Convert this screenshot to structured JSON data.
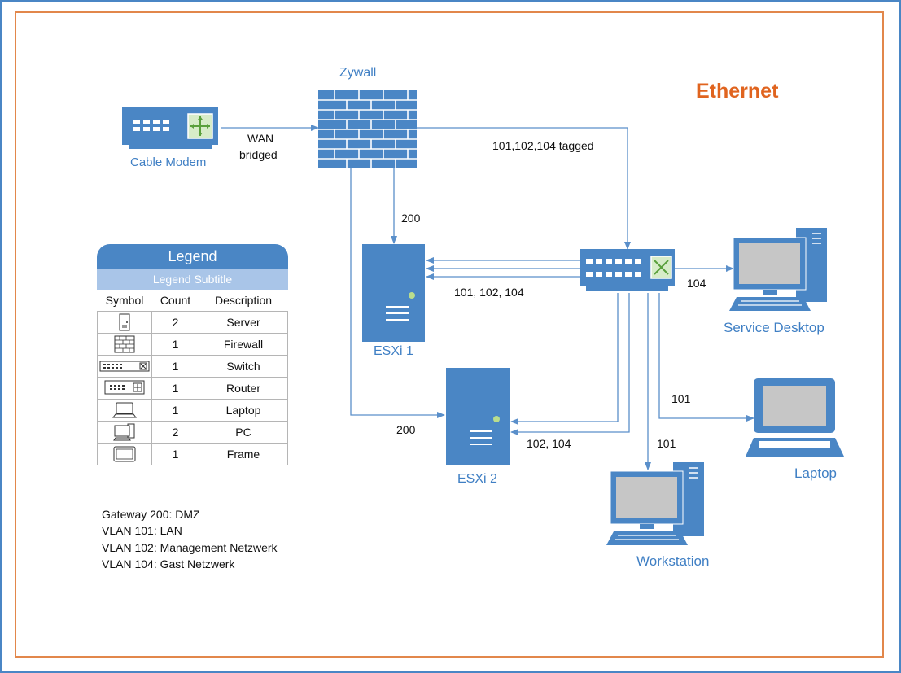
{
  "title": "Ethernet",
  "colors": {
    "device_blue": "#4a86c5",
    "label_blue": "#3f7fc4",
    "title_orange": "#e0641f",
    "frame_orange": "#e2874b"
  },
  "devices": {
    "zywall": "Zywall",
    "cable_modem": "Cable Modem",
    "esxi1": "ESXi 1",
    "esxi2": "ESXi 2",
    "service_desktop": "Service Desktop",
    "laptop": "Laptop",
    "workstation": "Workstation"
  },
  "links": {
    "wan_line1": "WAN",
    "wan_line2": "bridged",
    "tagged": "101,102,104 tagged",
    "zywall_esxi1": "200",
    "switch_esxi1": "101, 102, 104",
    "switch_desktop": "104",
    "switch_laptop": "101",
    "switch_workstation": "101",
    "zywall_esxi2": "200",
    "switch_esxi2": "102, 104"
  },
  "legend": {
    "title": "Legend",
    "subtitle": "Legend Subtitle",
    "headers": [
      "Symbol",
      "Count",
      "Description"
    ],
    "rows": [
      {
        "icon": "server-icon",
        "count": "2",
        "description": "Server"
      },
      {
        "icon": "firewall-icon",
        "count": "1",
        "description": "Firewall"
      },
      {
        "icon": "switch-icon",
        "count": "1",
        "description": "Switch"
      },
      {
        "icon": "router-icon",
        "count": "1",
        "description": "Router"
      },
      {
        "icon": "laptop-icon",
        "count": "1",
        "description": "Laptop"
      },
      {
        "icon": "pc-icon",
        "count": "2",
        "description": "PC"
      },
      {
        "icon": "frame-icon",
        "count": "1",
        "description": "Frame"
      }
    ]
  },
  "notes": [
    "Gateway 200: DMZ",
    "VLAN 101: LAN",
    "VLAN 102: Management Netzwerk",
    "VLAN 104: Gast Netzwerk"
  ]
}
